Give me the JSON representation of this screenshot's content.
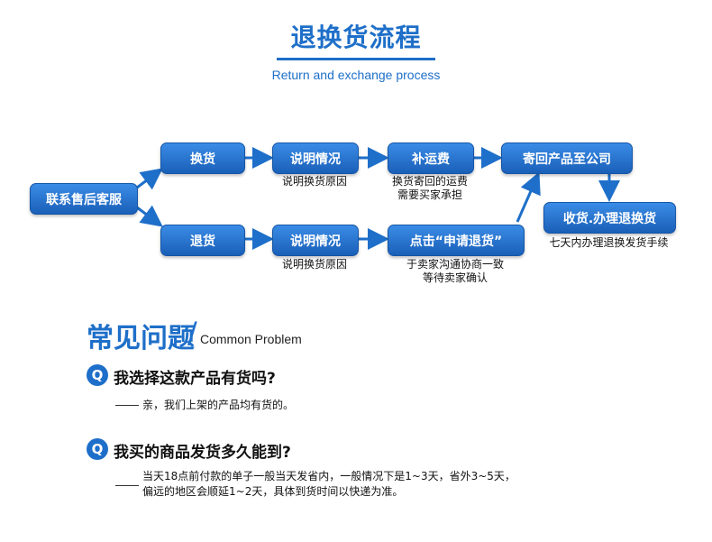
{
  "header": {
    "title": "退换货流程",
    "subtitle": "Return and exchange process"
  },
  "flow": {
    "start": "联系售后客服",
    "exchange": "换货",
    "return": "退货",
    "explain_top": "说明情况",
    "explain_top_note": "说明换货原因",
    "shipping": "补运费",
    "shipping_note_1": "换货寄回的运费",
    "shipping_note_2": "需要买家承担",
    "send_back": "寄回产品至公司",
    "receive": "收货.办理退换货",
    "receive_note": "七天内办理退换发货手续",
    "explain_bottom": "说明情况",
    "explain_bottom_note": "说明换货原因",
    "apply": "点击“申请退货”",
    "apply_note_1": "于卖家沟通协商一致",
    "apply_note_2": "等待卖家确认"
  },
  "faq": {
    "title": "常见问题",
    "subtitle": "Common Problem",
    "q_icon": "Q",
    "q1": "我选择这款产品有货吗?",
    "a1": "亲，我们上架的产品均有货的。",
    "q2": "我买的商品发货多久能到?",
    "a2_line1": "当天18点前付款的单子一般当天发省内，一般情况下是1~3天，省外3~5天，",
    "a2_line2": "偏远的地区会顺延1~2天，具体到货时间以快递为准。"
  },
  "colors": {
    "accent": "#1e6fc9",
    "box_top": "#3a8ce6",
    "box_bottom": "#1a5fb8"
  }
}
